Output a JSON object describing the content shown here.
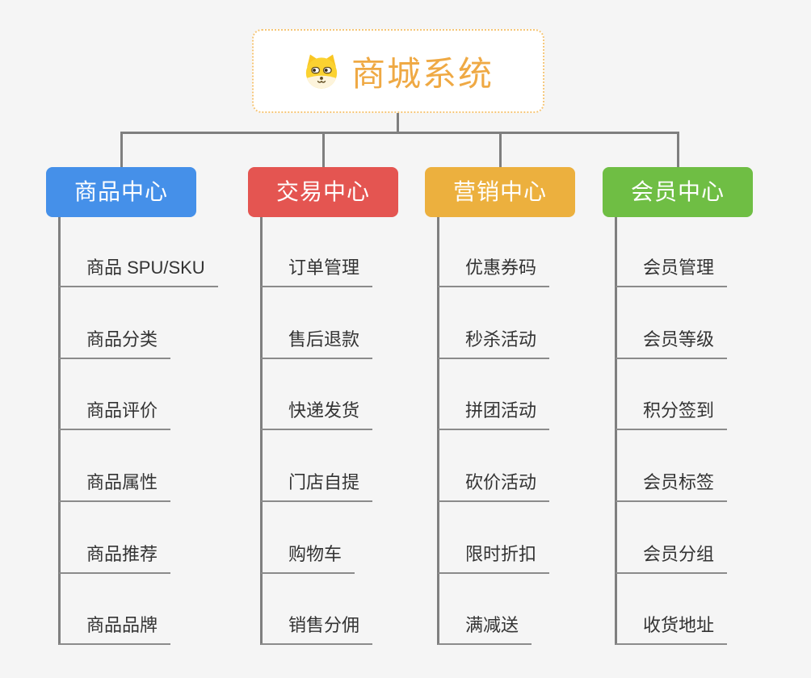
{
  "canvas": {
    "background_color": "#f5f5f5",
    "connector_color": "#7f7f7f"
  },
  "root": {
    "label": "商城系统",
    "icon": "shiba-dog-icon",
    "text_color": "#efa944",
    "border_color": "#f5c678"
  },
  "branches": [
    {
      "label": "商品中心",
      "color": "#4590e9",
      "items": [
        "商品 SPU/SKU",
        "商品分类",
        "商品评价",
        "商品属性",
        "商品推荐",
        "商品品牌"
      ]
    },
    {
      "label": "交易中心",
      "color": "#e45551",
      "items": [
        "订单管理",
        "售后退款",
        "快递发货",
        "门店自提",
        "购物车",
        "销售分佣"
      ]
    },
    {
      "label": "营销中心",
      "color": "#ecb03e",
      "items": [
        "优惠券码",
        "秒杀活动",
        "拼团活动",
        "砍价活动",
        "限时折扣",
        "满减送"
      ]
    },
    {
      "label": "会员中心",
      "color": "#6fbe44",
      "items": [
        "会员管理",
        "会员等级",
        "积分签到",
        "会员标签",
        "会员分组",
        "收货地址"
      ]
    }
  ]
}
